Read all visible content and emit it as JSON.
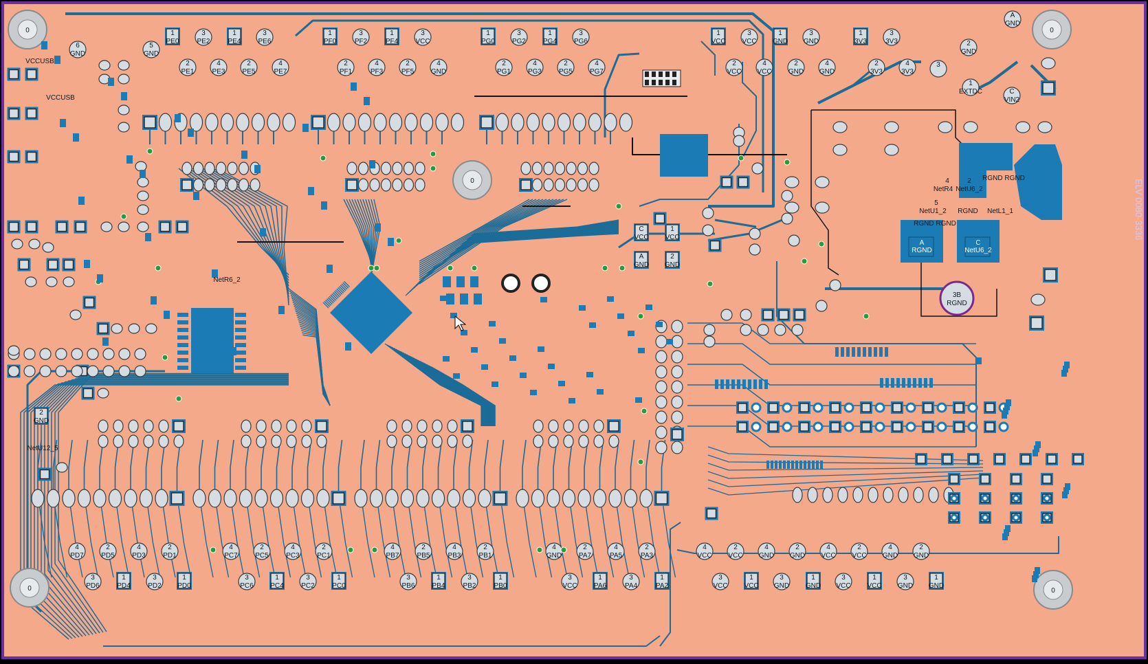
{
  "colors": {
    "board": "#f4a98a",
    "border": "#6a2fa0",
    "copper": "#1a7bb5",
    "trace": "#1c6c98",
    "pad_fill": "#d6dde2",
    "pad_stroke": "#3a3a3a",
    "via": "#2b9b3a",
    "silk": "#111111",
    "rgnd_ring": "#7a2a8a"
  },
  "mount_holes": {
    "label": "0",
    "items": [
      {
        "label": "0"
      },
      {
        "label": "0"
      },
      {
        "label": "0"
      },
      {
        "label": "0"
      },
      {
        "label": "0"
      }
    ]
  },
  "top_connectors": [
    {
      "group": "PE",
      "pins": [
        {
          "num": "1",
          "net": "PE0"
        },
        {
          "num": "3",
          "net": "PE2"
        },
        {
          "num": "1",
          "net": "PE4"
        },
        {
          "num": "3",
          "net": "PE6"
        },
        {
          "num": "2",
          "net": "PE1"
        },
        {
          "num": "4",
          "net": "PE3"
        },
        {
          "num": "2",
          "net": "PE5"
        },
        {
          "num": "4",
          "net": "PE7"
        }
      ]
    },
    {
      "group": "PF",
      "pins": [
        {
          "num": "1",
          "net": "PF0"
        },
        {
          "num": "3",
          "net": "PF2"
        },
        {
          "num": "1",
          "net": "PF4"
        },
        {
          "num": "3",
          "net": "VCC"
        },
        {
          "num": "2",
          "net": "PF1"
        },
        {
          "num": "4",
          "net": "PF3"
        },
        {
          "num": "2",
          "net": "PF5"
        },
        {
          "num": "4",
          "net": "GND"
        }
      ]
    },
    {
      "group": "PG",
      "pins": [
        {
          "num": "1",
          "net": "PG0"
        },
        {
          "num": "3",
          "net": "PG2"
        },
        {
          "num": "1",
          "net": "PG4"
        },
        {
          "num": "3",
          "net": "PG6"
        },
        {
          "num": "2",
          "net": "PG1"
        },
        {
          "num": "4",
          "net": "PG3"
        },
        {
          "num": "2",
          "net": "PG5"
        },
        {
          "num": "4",
          "net": "PG7"
        }
      ]
    }
  ],
  "top_power": [
    {
      "num": "1",
      "net": "VCC"
    },
    {
      "num": "3",
      "net": "VCC"
    },
    {
      "num": "1",
      "net": "GND"
    },
    {
      "num": "3",
      "net": "GND"
    },
    {
      "num": "1",
      "net": "3V3"
    },
    {
      "num": "3",
      "net": "3V3"
    },
    {
      "num": "2",
      "net": "VCC"
    },
    {
      "num": "4",
      "net": "VCC"
    },
    {
      "num": "2",
      "net": "GND"
    },
    {
      "num": "4",
      "net": "GND"
    },
    {
      "num": "2",
      "net": "3V3"
    },
    {
      "num": "4",
      "net": "3V3"
    }
  ],
  "bottom_connectors": [
    {
      "group": "PD",
      "pins": [
        {
          "num": "4",
          "net": "PD7"
        },
        {
          "num": "2",
          "net": "PD5"
        },
        {
          "num": "4",
          "net": "PD3"
        },
        {
          "num": "2",
          "net": "PD1"
        },
        {
          "num": "3",
          "net": "PD6"
        },
        {
          "num": "1",
          "net": "PD4"
        },
        {
          "num": "3",
          "net": "PD2"
        },
        {
          "num": "1",
          "net": "PD0"
        }
      ]
    },
    {
      "group": "PC",
      "pins": [
        {
          "num": "4",
          "net": "PC7"
        },
        {
          "num": "2",
          "net": "PC5"
        },
        {
          "num": "4",
          "net": "PC3"
        },
        {
          "num": "2",
          "net": "PC1"
        },
        {
          "num": "3",
          "net": "PC6"
        },
        {
          "num": "1",
          "net": "PC4"
        },
        {
          "num": "3",
          "net": "PC2"
        },
        {
          "num": "1",
          "net": "PC0"
        }
      ]
    },
    {
      "group": "PB",
      "pins": [
        {
          "num": "4",
          "net": "PB7"
        },
        {
          "num": "2",
          "net": "PB5"
        },
        {
          "num": "4",
          "net": "PB3"
        },
        {
          "num": "2",
          "net": "PB1"
        },
        {
          "num": "3",
          "net": "PB6"
        },
        {
          "num": "1",
          "net": "PB4"
        },
        {
          "num": "3",
          "net": "PB2"
        },
        {
          "num": "1",
          "net": "PB0"
        }
      ]
    },
    {
      "group": "PA",
      "pins": [
        {
          "num": "4",
          "net": "GND"
        },
        {
          "num": "2",
          "net": "PA7"
        },
        {
          "num": "4",
          "net": "PA5"
        },
        {
          "num": "2",
          "net": "PA3"
        },
        {
          "num": "3",
          "net": "VCC"
        },
        {
          "num": "1",
          "net": "PA6"
        },
        {
          "num": "3",
          "net": "PA4"
        },
        {
          "num": "1",
          "net": "PA2"
        }
      ]
    }
  ],
  "bottom_power": [
    {
      "num": "4",
      "net": "VCC"
    },
    {
      "num": "2",
      "net": "VCC"
    },
    {
      "num": "4",
      "net": "GND"
    },
    {
      "num": "2",
      "net": "GND"
    },
    {
      "num": "4",
      "net": "VCC"
    },
    {
      "num": "2",
      "net": "VCC"
    },
    {
      "num": "4",
      "net": "GND"
    },
    {
      "num": "2",
      "net": "GND"
    },
    {
      "num": "3",
      "net": "VCC"
    },
    {
      "num": "1",
      "net": "VCC"
    },
    {
      "num": "3",
      "net": "GND"
    },
    {
      "num": "1",
      "net": "GND"
    },
    {
      "num": "3",
      "net": "VCC"
    },
    {
      "num": "1",
      "net": "VCC"
    },
    {
      "num": "3",
      "net": "GND"
    },
    {
      "num": "1",
      "net": "GND"
    }
  ],
  "misc_labels": {
    "pad6": {
      "num": "6",
      "net": "GND"
    },
    "pad5": {
      "num": "5",
      "net": "GND"
    },
    "vccusb_1": "VCCUSB",
    "vccusb_2": "VCCUSB",
    "pad_a_gnd": {
      "num": "A",
      "net": "GND"
    },
    "pad_2_gnd": {
      "num": "2",
      "net": "GND"
    },
    "pad_3": {
      "num": "3"
    },
    "pad_1_extdc": {
      "num": "1",
      "net": "EXTDC"
    },
    "pad_c_vin2": {
      "num": "C",
      "net": "VIN2"
    },
    "mid_c_vcc": {
      "num": "C",
      "net": "VCC"
    },
    "mid_1_vcc": {
      "num": "1",
      "net": "VCC"
    },
    "mid_a_gnd": {
      "num": "A",
      "net": "GND"
    },
    "mid_2_gnd": {
      "num": "2",
      "net": "GND"
    },
    "netr6": "NetR6_2",
    "netu12": "NetU12_5",
    "pad2_left": {
      "num": "2",
      "net": "GND"
    },
    "pwr_rgnd_a": {
      "num": "A",
      "net": "RGND"
    },
    "pwr_netu6_c": {
      "num": "C",
      "net": "NetU6_2"
    },
    "pwr_3b": {
      "num": "3B",
      "net": "RGND"
    },
    "pwr_netr4": {
      "num": "4",
      "net": "NetR4"
    },
    "pwr_netu6_2": {
      "num": "2",
      "net": "NetU6_2"
    },
    "pwr_rgnd": "RGND RGND",
    "pwr_netu1": {
      "num": "5",
      "net": "NetU1_2"
    },
    "pwr_rgnd2": "RGND",
    "pwr_netl1": "NetL1_1",
    "pwr_rgndrgnd": "RGND RGND",
    "vertical_text": "ELV 0080-3336"
  }
}
